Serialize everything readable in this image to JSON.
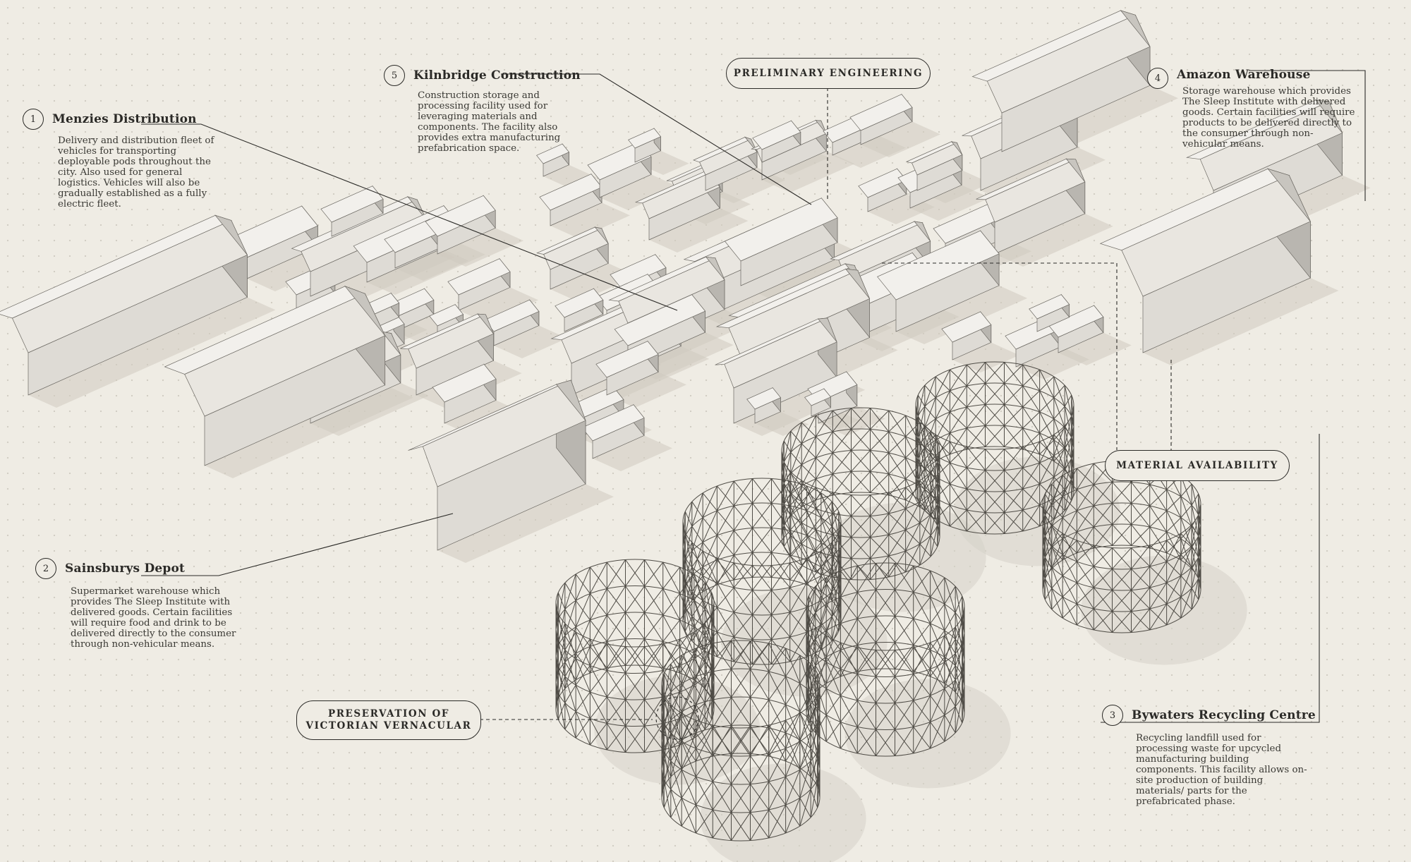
{
  "annotations": [
    {
      "number": "1",
      "title": "Menzies Distribution",
      "description": "Delivery and distribution fleet of vehicles for transporting deployable pods throughout the city. Also used for general logistics. Vehicles will also be gradually established as a fully electric fleet."
    },
    {
      "number": "2",
      "title": "Sainsburys Depot",
      "description": "Supermarket warehouse which provides The Sleep Institute with delivered goods. Certain facilities will require food and drink to be delivered directly to the consumer through non-vehicular means."
    },
    {
      "number": "3",
      "title": "Bywaters Recycling Centre",
      "description": "Recycling landfill used for processing waste for upcycled manufacturing building components. This facility allows on-site production of building materials/ parts for the prefabricated phase."
    },
    {
      "number": "4",
      "title": "Amazon Warehouse",
      "description": "Storage warehouse which provides The Sleep Institute with delivered goods. Certain facilities will require products to be delivered directly to the consumer through non-vehicular means."
    },
    {
      "number": "5",
      "title": "Kilnbridge Construction",
      "description": "Construction storage and processing facility used for leveraging materials and components. The facility also provides extra manufacturing prefabrication space."
    }
  ],
  "labels": {
    "preliminary_engineering": "PRELIMINARY ENGINEERING",
    "material_availability": "MATERIAL AVAILABILITY",
    "preservation": "PRESERVATION OF\nVICTORIAN VERNACULAR"
  },
  "colors": {
    "background": "#efece4",
    "building_top": "#f2f0ec",
    "building_side_light": "#dedbd5",
    "building_side_dark": "#b9b6b0",
    "line": "#2b2a27"
  }
}
